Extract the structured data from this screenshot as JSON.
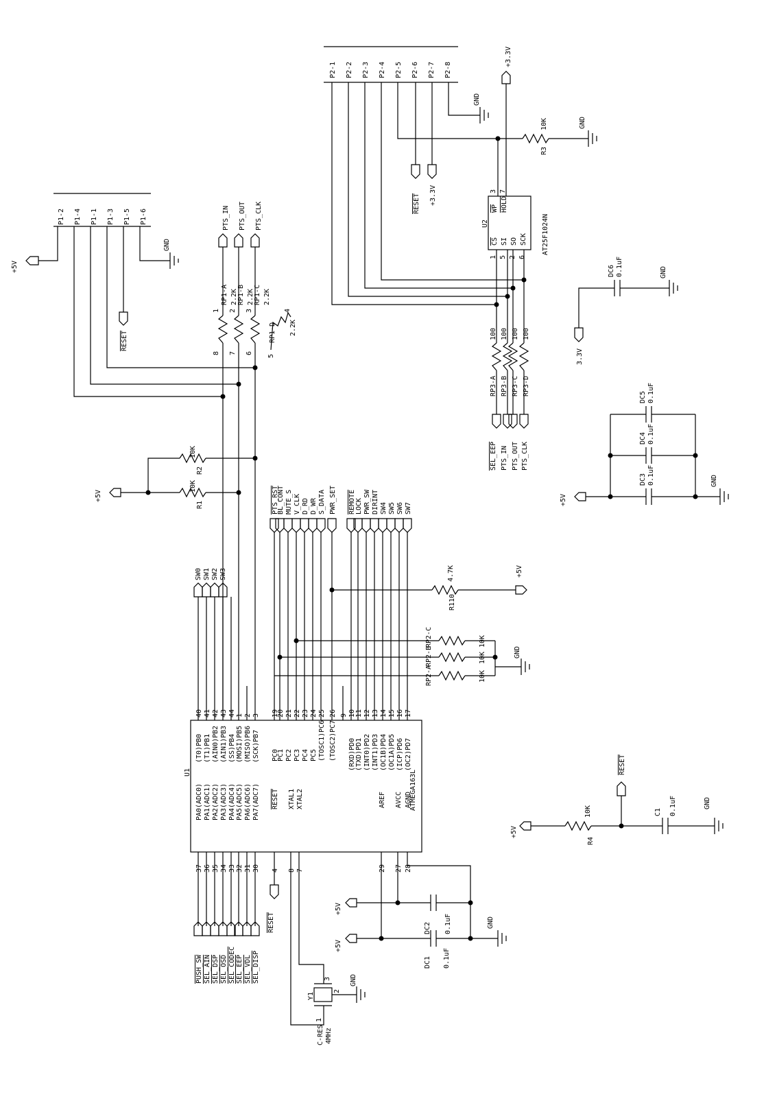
{
  "connector_p1": {
    "pins": [
      "P1-2",
      "P1-4",
      "P1-1",
      "P1-3",
      "P1-5",
      "P1-6"
    ]
  },
  "connector_p2": {
    "pins": [
      "P2-1",
      "P2-2",
      "P2-3",
      "P2-4",
      "P2-5",
      "P2-6",
      "P2-7",
      "P2-8"
    ]
  },
  "power": {
    "p5v": "+5V",
    "p33v": "+3.3V",
    "gnd": "GND",
    "p33v_short": "3.3V",
    "p33v_pin": "+3.3V"
  },
  "u1": {
    "ref": "U1",
    "part": "ATMEGA163L",
    "left_pins": [
      {
        "num": "37",
        "name": "PA0(ADC0)"
      },
      {
        "num": "36",
        "name": "PA1(ADC1)"
      },
      {
        "num": "35",
        "name": "PA2(ADC2)"
      },
      {
        "num": "34",
        "name": "PA3(ADC3)"
      },
      {
        "num": "33",
        "name": "PA4(ADC4)"
      },
      {
        "num": "32",
        "name": "PA5(ADC5)"
      },
      {
        "num": "31",
        "name": "PA6(ADC6)"
      },
      {
        "num": "30",
        "name": "PA7(ADC7)"
      }
    ],
    "mid_pins": [
      {
        "num": "4",
        "name": "RESET"
      },
      {
        "num": "8",
        "name": "XTAL1"
      },
      {
        "num": "7",
        "name": "XTAL2"
      }
    ],
    "pb_pins": [
      {
        "num": "40",
        "name": "(T0)PB0"
      },
      {
        "num": "41",
        "name": "(T1)PB1"
      },
      {
        "num": "42",
        "name": "(AIN0)PB2"
      },
      {
        "num": "43",
        "name": "(AIN1)PB3"
      },
      {
        "num": "44",
        "name": "(SS)PB4"
      },
      {
        "num": "1",
        "name": "(MOSI)PB5"
      },
      {
        "num": "2",
        "name": "(MISO)PB6"
      },
      {
        "num": "3",
        "name": "(SCK)PB7"
      }
    ],
    "pc_pins": [
      {
        "num": "19",
        "name": "PC0"
      },
      {
        "num": "20",
        "name": "PC1"
      },
      {
        "num": "21",
        "name": "PC2"
      },
      {
        "num": "22",
        "name": "PC3"
      },
      {
        "num": "23",
        "name": "PC4"
      },
      {
        "num": "24",
        "name": "PC5"
      },
      {
        "num": "25",
        "name": "(TOSC1)PC6"
      },
      {
        "num": "26",
        "name": "(TOSC2)PC7"
      }
    ],
    "pd_pins": [
      {
        "num": "9",
        "name": ""
      },
      {
        "num": "10",
        "name": "(RXD)PD0"
      },
      {
        "num": "11",
        "name": "(TXD)PD1"
      },
      {
        "num": "12",
        "name": "(INT0)PD2"
      },
      {
        "num": "13",
        "name": "(INT1)PD3"
      },
      {
        "num": "14",
        "name": "(OC1B)PD4"
      },
      {
        "num": "15",
        "name": "(OC1A)PD5"
      },
      {
        "num": "16",
        "name": "(ICP)PD6"
      },
      {
        "num": "17",
        "name": "(OC2)PD7"
      }
    ],
    "analog_pins": [
      {
        "num": "29",
        "name": "AREF"
      },
      {
        "num": "27",
        "name": "AVCC"
      },
      {
        "num": "28",
        "name": "AGND"
      }
    ]
  },
  "pa_nets": [
    "PUSH_SW",
    "SEL_AIN",
    "SEL_DSP",
    "SEL_OSD",
    "SEL_CODEC",
    "SEL_EEP",
    "SEL_VDL",
    "SEL_DISP"
  ],
  "pb_nets": [
    "SW0",
    "SW1",
    "SW2",
    "SW3"
  ],
  "pc_nets": [
    "PTS_RST",
    "BL_CONT",
    "MUTE_S",
    "V_CLK",
    "D_RD",
    "D_WR",
    "S_DATA",
    "PWR_SET"
  ],
  "pd_nets": [
    "REMOTE",
    "LOCK",
    "PWR_SW",
    "DIRINT",
    "SW4",
    "SW5",
    "SW6",
    "SW7"
  ],
  "rp1": [
    {
      "ref": "RP1-A",
      "val": "2.2K",
      "p1": "1",
      "p2": "8"
    },
    {
      "ref": "RP1-B",
      "val": "2.2K",
      "p1": "2",
      "p2": "7"
    },
    {
      "ref": "RP1-C",
      "val": "2.2K",
      "p1": "3",
      "p2": "6"
    },
    {
      "ref": "RP1-D",
      "val": "2.2K",
      "p1": "4",
      "p2": "5"
    }
  ],
  "pts_nets": [
    "PTS_IN",
    "PTS_OUT",
    "PTS_CLK"
  ],
  "r1": {
    "ref": "R1",
    "val": "10K"
  },
  "r2": {
    "ref": "R2",
    "val": "10K"
  },
  "r3": {
    "ref": "R3",
    "val": "10K"
  },
  "r4": {
    "ref": "R4",
    "val": "10K"
  },
  "r110": {
    "ref": "R110",
    "val": "4.7K"
  },
  "rp2": [
    {
      "ref": "RP2-A",
      "val": "10K"
    },
    {
      "ref": "RP2-B",
      "val": "10K"
    },
    {
      "ref": "RP2-C",
      "val": "10K"
    }
  ],
  "rp3": [
    {
      "ref": "RP3-A",
      "val": "100"
    },
    {
      "ref": "RP3-B",
      "val": "100"
    },
    {
      "ref": "RP3-C",
      "val": "100"
    },
    {
      "ref": "RP3-D",
      "val": "100"
    }
  ],
  "rp3_nets": [
    "SEL_EEP",
    "PTS_IN",
    "PTS_OUT",
    "PTS_CLK"
  ],
  "u2": {
    "ref": "U2",
    "part": "AT25F1024N",
    "pins": [
      {
        "num": "1",
        "name": "CS"
      },
      {
        "num": "5",
        "name": "SI"
      },
      {
        "num": "2",
        "name": "SO"
      },
      {
        "num": "6",
        "name": "SCK"
      },
      {
        "num": "3",
        "name": "WP"
      },
      {
        "num": "7",
        "name": "HOLD"
      }
    ]
  },
  "caps": {
    "dc1": {
      "ref": "DC1",
      "val": "0.1uF"
    },
    "dc2": {
      "ref": "DC2",
      "val": "0.1uF"
    },
    "dc3": {
      "ref": "DC3",
      "val": "0.1uF"
    },
    "dc4": {
      "ref": "DC4",
      "val": "0.1uF"
    },
    "dc5": {
      "ref": "DC5",
      "val": "0.1uF"
    },
    "dc6": {
      "ref": "DC6",
      "val": "0.1uF"
    },
    "c1": {
      "ref": "C1",
      "val": "0.1uF"
    }
  },
  "y1": {
    "ref": "Y1",
    "part": "C-RES",
    "freq": "4MHz",
    "p1": "1",
    "p2": "2",
    "p3": "3"
  },
  "reset_label": "RESET"
}
